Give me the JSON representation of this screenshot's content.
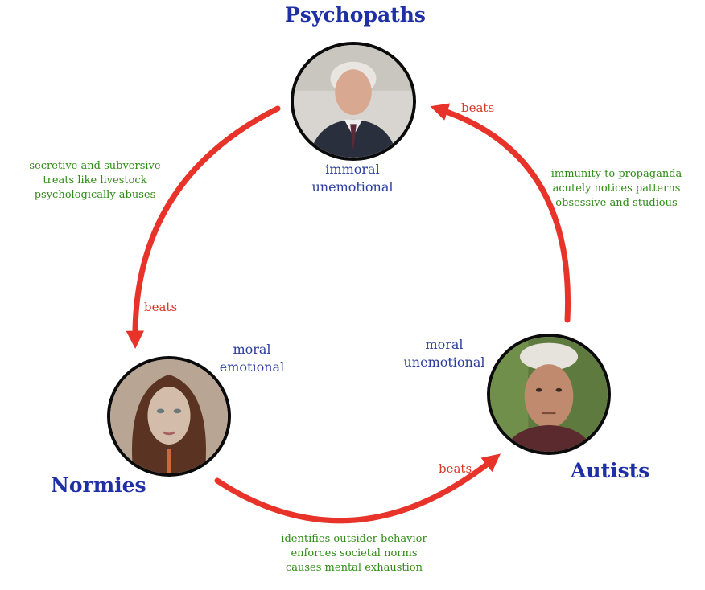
{
  "psychopaths": {
    "title": "Psychopaths",
    "traits": [
      "immoral",
      "unemotional"
    ],
    "portrait_icon": "elderly-man-portrait"
  },
  "normies": {
    "title": "Normies",
    "traits": [
      "moral",
      "emotional"
    ],
    "portrait_icon": "woman-portrait"
  },
  "autists": {
    "title": "Autists",
    "traits": [
      "moral",
      "unemotional"
    ],
    "portrait_icon": "man-in-cap-portrait"
  },
  "edges": {
    "psychopaths_to_normies": {
      "label": "beats",
      "description": [
        "secretive and subversive",
        "treats like livestock",
        "psychologically abuses"
      ]
    },
    "normies_to_autists": {
      "label": "beats",
      "description": [
        "identifies outsider behavior",
        "enforces societal norms",
        "causes mental exhaustion"
      ]
    },
    "autists_to_psychopaths": {
      "label": "beats",
      "description": [
        "immunity to propaganda",
        "acutely notices patterns",
        "obsessive and studious"
      ]
    }
  },
  "colors": {
    "title": "#1f2fa6",
    "traits": "#2b3d9e",
    "description": "#2e8b14",
    "arrow": "#e8332a",
    "beats": "#d93a2a"
  }
}
